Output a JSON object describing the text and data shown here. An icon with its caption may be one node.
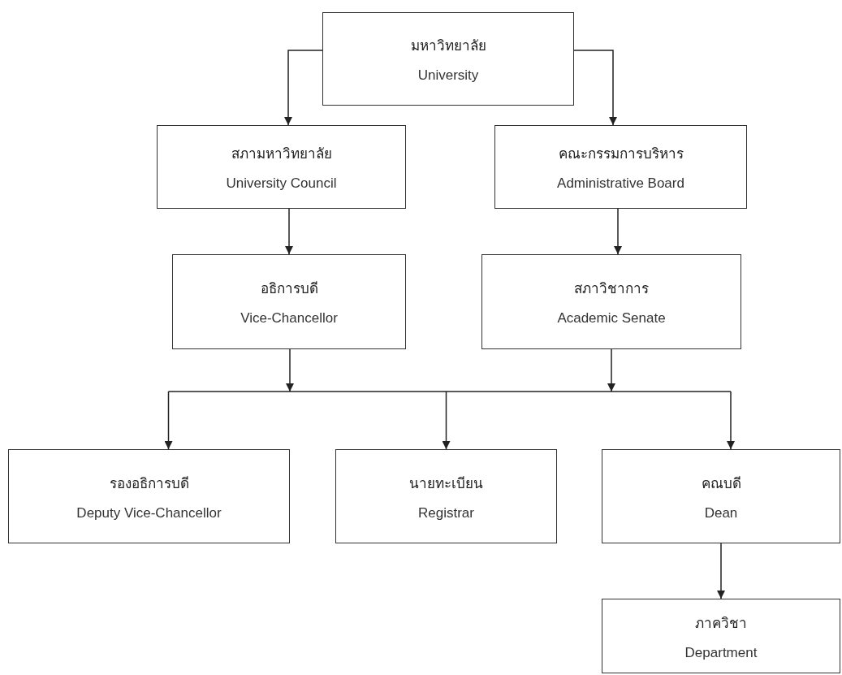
{
  "diagram": {
    "nodes": [
      {
        "text": [
          "มหาวิทยาลัย",
          "University"
        ]
      },
      {
        "text": [
          "สภามหาวิทยาลัย",
          "University Council"
        ]
      },
      {
        "text": [
          "คณะกรรมการบริหาร",
          "Administrative Board"
        ]
      },
      {
        "text": [
          "อธิการบดี",
          "Vice-Chancellor"
        ]
      },
      {
        "text": [
          "สภาวิชาการ",
          "Academic Senate"
        ]
      },
      {
        "text": [
          "รองอธิการบดี",
          "Deputy Vice-Chancellor"
        ]
      },
      {
        "text": [
          "นายทะเบียน",
          "Registrar"
        ]
      },
      {
        "text": [
          "คณบดี",
          "Dean"
        ]
      },
      {
        "text": [
          "ภาควิชา",
          "Department"
        ]
      }
    ],
    "edges": [
      {
        "from": 0,
        "to": 1,
        "arrow": "to"
      },
      {
        "from": 0,
        "to": 2,
        "arrow": "to"
      },
      {
        "from": 1,
        "to": 3,
        "arrow": "to"
      },
      {
        "from": 2,
        "to": 4,
        "arrow": "to"
      },
      {
        "from": 3,
        "to": 5,
        "arrow": "to"
      },
      {
        "from": 3,
        "to": 6,
        "arrow": "to"
      },
      {
        "from": 3,
        "to": 7,
        "arrow": "to"
      },
      {
        "from": 4,
        "to": 5,
        "arrow": "to"
      },
      {
        "from": 4,
        "to": 6,
        "arrow": "to"
      },
      {
        "from": 4,
        "to": 7,
        "arrow": "to"
      },
      {
        "from": 7,
        "to": 8,
        "arrow": "to"
      }
    ]
  }
}
